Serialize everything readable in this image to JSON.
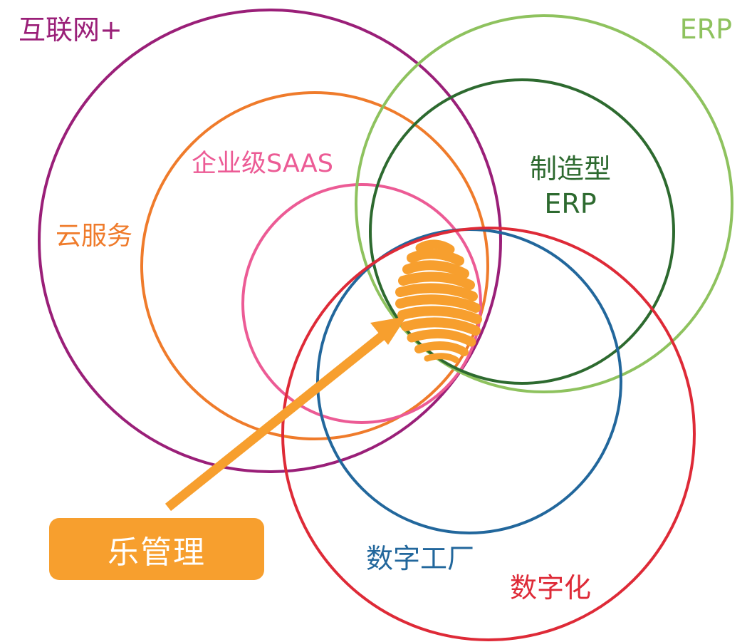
{
  "diagram": {
    "labels": {
      "internet_plus": "互联网+",
      "erp": "ERP",
      "cloud_service": "云服务",
      "enterprise_saas": "企业级SAAS",
      "manufacturing_erp_line1": "制造型",
      "manufacturing_erp_line2": "ERP",
      "digital_factory": "数字工厂",
      "digitalization": "数字化"
    },
    "badge": {
      "text": "乐管理"
    },
    "colors": {
      "internet_plus": "#9a1f78",
      "cloud_service": "#ef7b2b",
      "enterprise_saas": "#ec5b95",
      "erp": "#8ec25e",
      "manufacturing_erp": "#2d6a2f",
      "digital_factory": "#22679c",
      "digitalization": "#de2a37",
      "highlight": "#f79f2e"
    }
  }
}
